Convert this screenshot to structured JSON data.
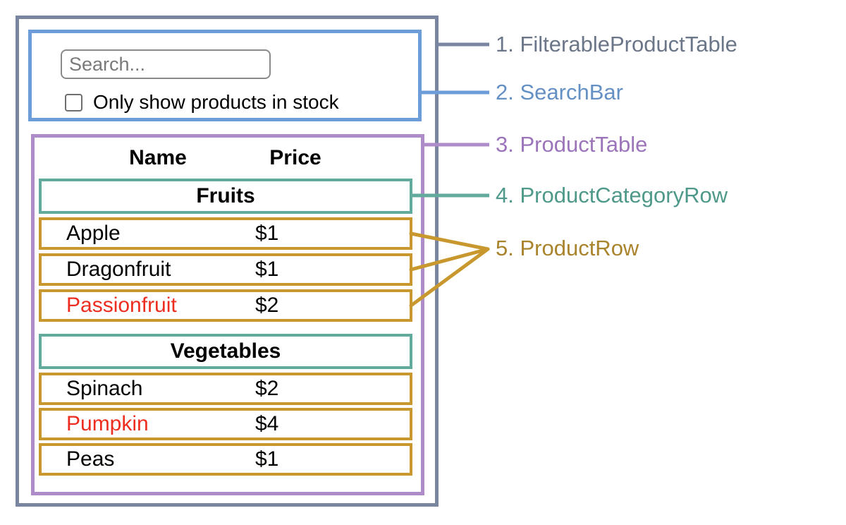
{
  "colors": {
    "filterable_product_table": "#7a86a0",
    "search_bar": "#6d9dd9",
    "product_table": "#ad8cc9",
    "product_category_row": "#62aa9b",
    "product_row": "#c8982f",
    "out_of_stock_text": "#ec2d20",
    "legend_1": "#6b7689",
    "legend_2": "#6590c4",
    "legend_3": "#9c74ba",
    "legend_4": "#4f998a",
    "legend_5": "#a9842d"
  },
  "search": {
    "placeholder": "Search...",
    "checkbox_label": "Only show products in stock",
    "checkbox_checked": false
  },
  "table": {
    "headers": {
      "name": "Name",
      "price": "Price"
    },
    "sections": [
      {
        "category": "Fruits",
        "rows": [
          {
            "name": "Apple",
            "price": "$1",
            "in_stock": true
          },
          {
            "name": "Dragonfruit",
            "price": "$1",
            "in_stock": true
          },
          {
            "name": "Passionfruit",
            "price": "$2",
            "in_stock": false
          }
        ]
      },
      {
        "category": "Vegetables",
        "rows": [
          {
            "name": "Spinach",
            "price": "$2",
            "in_stock": true
          },
          {
            "name": "Pumpkin",
            "price": "$4",
            "in_stock": false
          },
          {
            "name": "Peas",
            "price": "$1",
            "in_stock": true
          }
        ]
      }
    ]
  },
  "legend": [
    {
      "label": "1. FilterableProductTable"
    },
    {
      "label": "2. SearchBar"
    },
    {
      "label": "3. ProductTable"
    },
    {
      "label": "4. ProductCategoryRow"
    },
    {
      "label": "5. ProductRow"
    }
  ]
}
